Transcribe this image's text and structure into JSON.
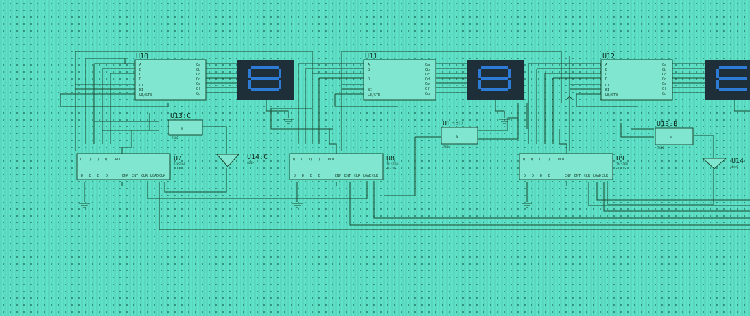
{
  "decoders": [
    {
      "ref": "U10",
      "pins_left": [
        "A",
        "B",
        "C",
        "D",
        "LT",
        "BI",
        "LE/STB"
      ],
      "pins_right": [
        "Oa",
        "Ob",
        "Oc",
        "Od",
        "Oe",
        "Of",
        "Og"
      ]
    },
    {
      "ref": "U11",
      "pins_left": [
        "A",
        "B",
        "C",
        "D",
        "LT",
        "BI",
        "LE/STB"
      ],
      "pins_right": [
        "Oa",
        "Ob",
        "Oc",
        "Od",
        "Oe",
        "Of",
        "Og"
      ]
    },
    {
      "ref": "U12",
      "pins_left": [
        "A",
        "B",
        "C",
        "D",
        "LT",
        "BI",
        "LE/STB"
      ],
      "pins_right": [
        "Oa",
        "Ob",
        "Oc",
        "Od",
        "Oe",
        "Of",
        "Og"
      ]
    }
  ],
  "counters": [
    {
      "ref": "U7",
      "part": "74LS160",
      "value": "<TEXT>",
      "pins_top": [
        "Q",
        "Q",
        "Q",
        "Q",
        "RCO"
      ],
      "pins_bottom": [
        "D",
        "D",
        "D",
        "D",
        "ENP",
        "ENT",
        "CLR",
        "LOAD",
        "CLK"
      ]
    },
    {
      "ref": "U8",
      "part": "74LS160",
      "value": "<TEXT>",
      "pins_top": [
        "Q",
        "Q",
        "Q",
        "Q",
        "RCO"
      ],
      "pins_bottom": [
        "D",
        "D",
        "D",
        "D",
        "ENP",
        "ENT",
        "CLR",
        "LOAD",
        "CLK"
      ]
    },
    {
      "ref": "U9",
      "part": "74LS160",
      "value": "<TEXT>",
      "pins_top": [
        "Q",
        "Q",
        "Q",
        "Q",
        "RCO"
      ],
      "pins_bottom": [
        "D",
        "D",
        "D",
        "D",
        "ENP",
        "ENT",
        "CLR",
        "LOAD",
        "CLK"
      ]
    }
  ],
  "gates": [
    {
      "ref": "U13:C",
      "symbol": "&",
      "part": "7400"
    },
    {
      "ref": "U13:D",
      "symbol": "&",
      "part": "7400"
    },
    {
      "ref": "U13:B",
      "symbol": "&",
      "part": "7400"
    }
  ],
  "buffers": [
    {
      "ref": "U14:C",
      "part": "4049"
    },
    {
      "ref": "U14",
      "part": "4049"
    }
  ]
}
